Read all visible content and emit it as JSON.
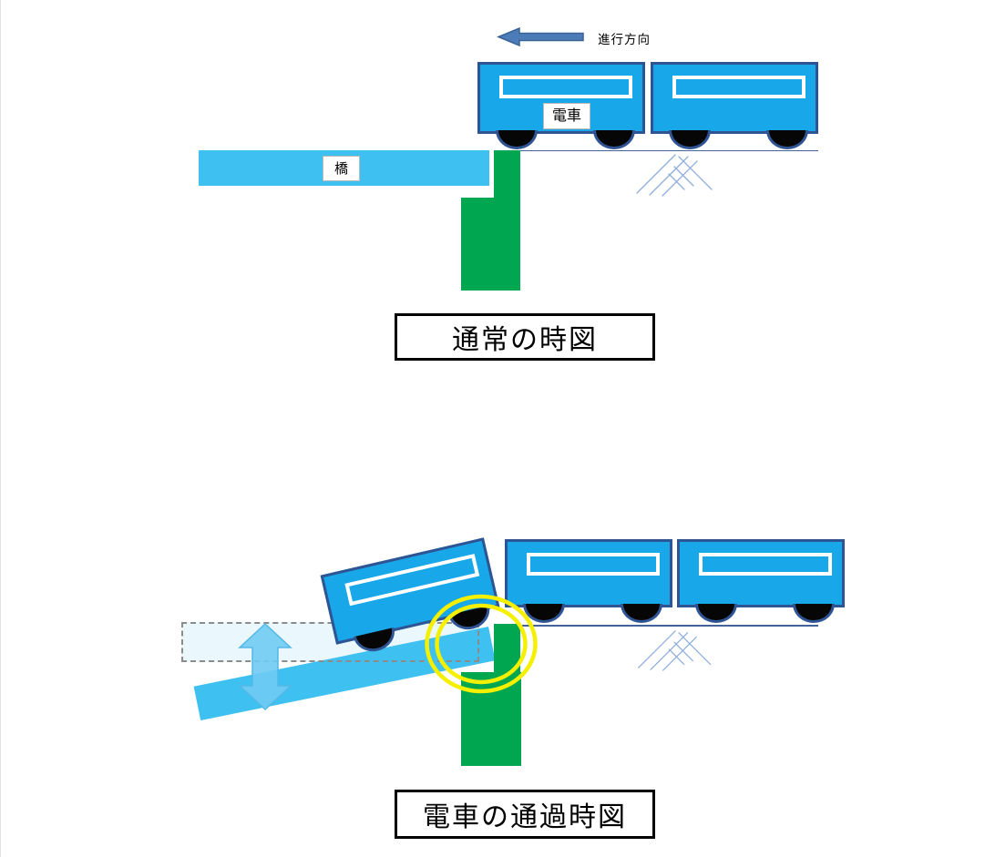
{
  "top_diagram": {
    "direction_label": "進行方向",
    "train_label": "電車",
    "bridge_label": "橋",
    "caption": "通常の時図"
  },
  "bottom_diagram": {
    "caption": "電車の通過時図"
  },
  "shapes": {
    "direction_arrow": "left-arrow",
    "motion_arrow": "up-down-arrow",
    "highlight": "double-yellow-ring",
    "ground": "hatched-earth-line",
    "ghost_bridge": "dashed-outline-previous-position"
  },
  "colors": {
    "train_fill": "#18A7E8",
    "train_border": "#2F5493",
    "window_border": "#FFFFFF",
    "wheel_fill": "#060606",
    "bridge_fill": "#3EC1F0",
    "pillar_green": "#00A650",
    "ground_line": "#44639C",
    "hatch_color": "#8FAEDC",
    "arrow_fill": "#4C7CB8",
    "arrow_border": "#3A6294",
    "updown_fill": "#6FCBF3",
    "updown_border": "#54B8E6",
    "ghost_fill": "#EAF7FD",
    "ghost_border": "#8C8C8C",
    "ring_yellow": "#F5F000",
    "label_border": "#B9B9B9",
    "title_border": "#000000"
  }
}
